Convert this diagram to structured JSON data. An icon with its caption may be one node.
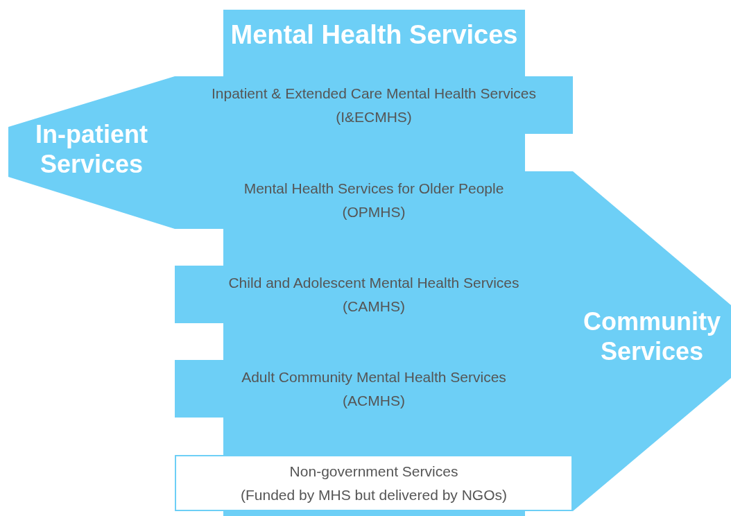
{
  "diagram": {
    "nodes": [
      {
        "text": [
          "Mental Health Services"
        ]
      },
      {
        "text": [
          "In-patient Services"
        ]
      },
      {
        "text": [
          "Community Services"
        ]
      },
      {
        "text": [
          "Inpatient & Extended Care Mental Health Services",
          "(I&ECMHS)"
        ]
      },
      {
        "text": [
          "Mental Health Services for Older People",
          "(OPMHS)"
        ]
      },
      {
        "text": [
          "Child and Adolescent Mental Health Services",
          "(CAMHS)"
        ]
      },
      {
        "text": [
          "Adult Community Mental Health Services",
          "(ACMHS)"
        ]
      },
      {
        "text": [
          "Non-government Services",
          "(Funded by MHS but delivered by NGOs)"
        ]
      },
      {
        "text": [],
        "shape": "box"
      },
      {
        "text": [],
        "shape": "box"
      },
      {
        "text": [],
        "shape": "box"
      },
      {
        "text": [],
        "shape": "box"
      }
    ]
  }
}
